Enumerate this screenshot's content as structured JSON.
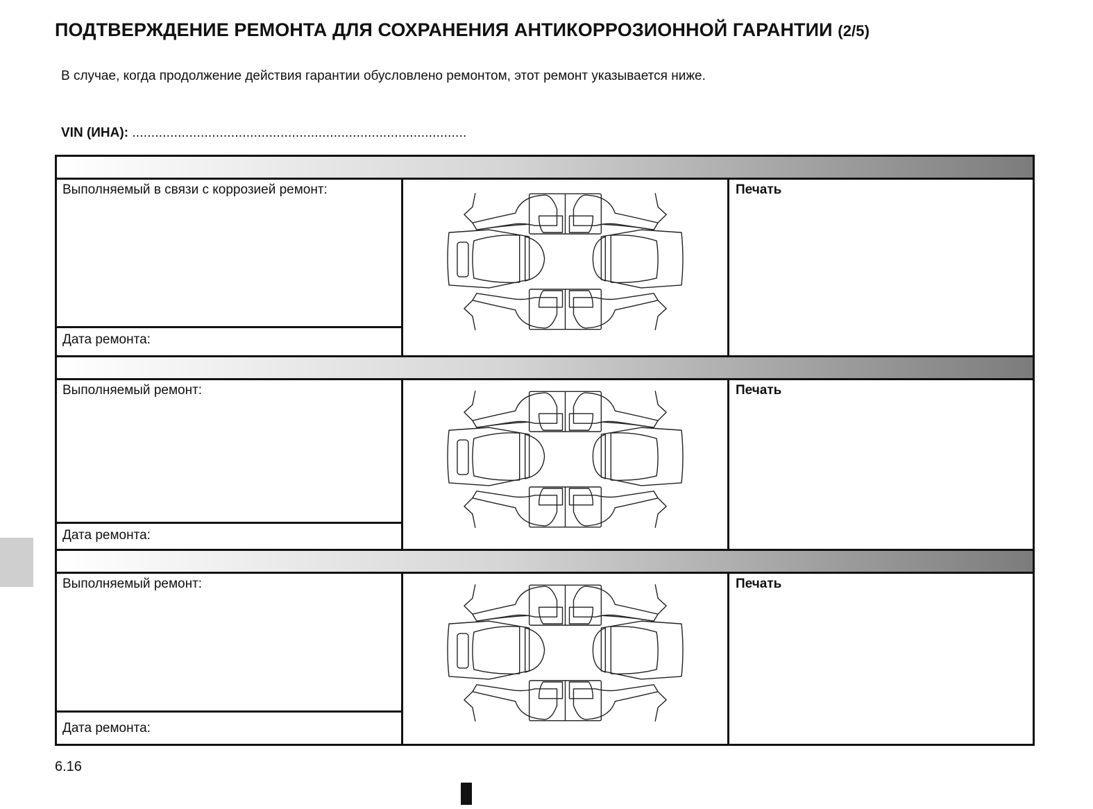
{
  "document": {
    "title": "ПОДТВЕРЖДЕНИЕ РЕМОНТА ДЛЯ СОХРАНЕНИЯ АНТИКОРРОЗИОННОЙ ГАРАНТИИ",
    "title_part": "(2/5)",
    "intro": "В случае, когда продолжение действия гарантии обусловлено ремонтом, этот ремонт указывается ниже.",
    "vin_label": "VIN (ИНА):",
    "vin_dots": "........................................................................................",
    "page_number": "6.16"
  },
  "sections": [
    {
      "repair_label": "Выполняемый в связи с коррозией ремонт:",
      "date_label": "Дата ремонта:",
      "stamp_label": "Печать",
      "diagram_icon": "car-body-diagram-icon"
    },
    {
      "repair_label": "Выполняемый ремонт:",
      "date_label": "Дата ремонта:",
      "stamp_label": "Печать",
      "diagram_icon": "car-body-diagram-icon"
    },
    {
      "repair_label": "Выполняемый ремонт:",
      "date_label": "Дата ремонта:",
      "stamp_label": "Печать",
      "diagram_icon": "car-body-diagram-icon"
    }
  ],
  "colors": {
    "border": "#111111",
    "band_start": "#ffffff",
    "band_end": "#7c7c7c",
    "side_tab": "#cfcfcf"
  }
}
